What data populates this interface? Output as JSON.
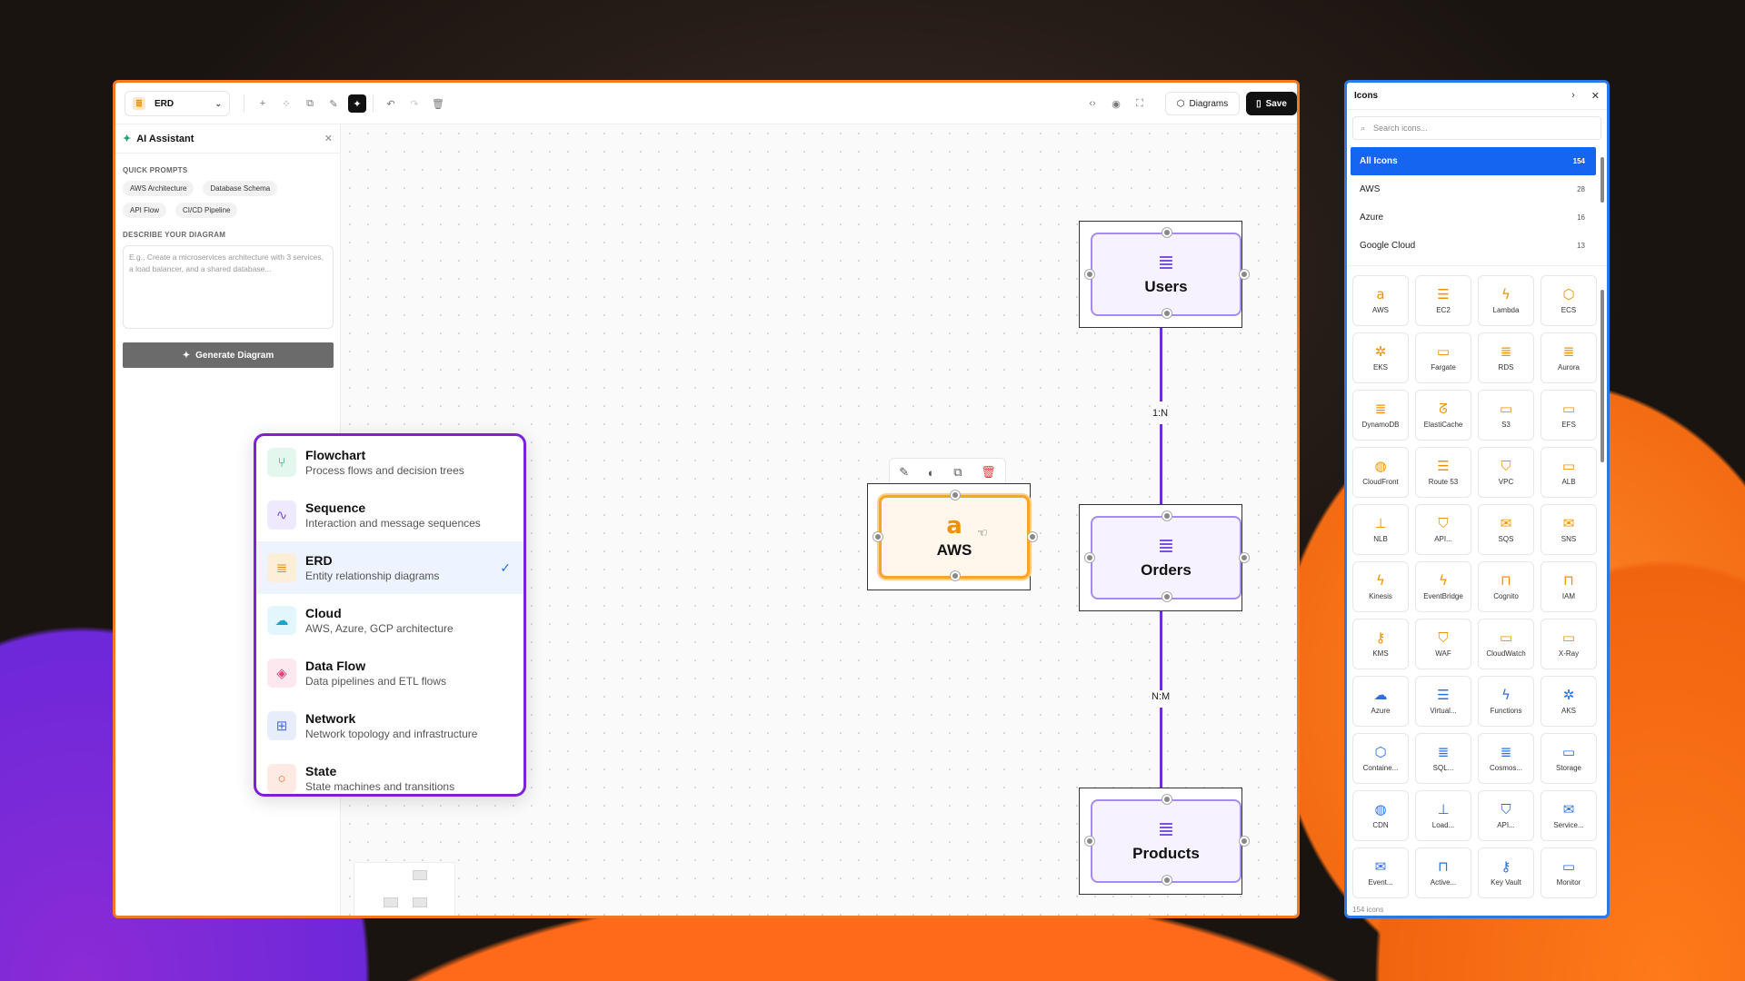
{
  "editor": {
    "diagram_type_selector": "ERD",
    "toolbar": {
      "diagrams_label": "Diagrams",
      "save_label": "Save"
    }
  },
  "ai_assistant": {
    "title": "AI Assistant",
    "quick_prompts_label": "QUICK PROMPTS",
    "quick_prompts": [
      "AWS Architecture",
      "Database Schema",
      "API Flow",
      "CI/CD Pipeline"
    ],
    "describe_label": "DESCRIBE YOUR DIAGRAM",
    "describe_placeholder": "E.g., Create a microservices architecture with 3 services, a load balancer, and a shared database...",
    "generate_label": "Generate Diagram"
  },
  "diagram_types": [
    {
      "title": "Flowchart",
      "desc": "Process flows and decision trees",
      "icon": "branch-icon",
      "color": "#1aa36f"
    },
    {
      "title": "Sequence",
      "desc": "Interaction and message sequences",
      "icon": "pulse-icon",
      "color": "#7b4fe0"
    },
    {
      "title": "ERD",
      "desc": "Entity relationship diagrams",
      "icon": "database-icon",
      "color": "#e08a1a",
      "selected": true
    },
    {
      "title": "Cloud",
      "desc": "AWS, Azure, GCP architecture",
      "icon": "cloud-icon",
      "color": "#18a3c9"
    },
    {
      "title": "Data Flow",
      "desc": "Data pipelines and ETL flows",
      "icon": "layers-icon",
      "color": "#e0457b"
    },
    {
      "title": "Network",
      "desc": "Network topology and infrastructure",
      "icon": "grid-icon",
      "color": "#4a6fe0"
    },
    {
      "title": "State",
      "desc": "State machines and transitions",
      "icon": "circle-icon",
      "color": "#f0642a"
    }
  ],
  "canvas": {
    "entities": [
      "Users",
      "Orders",
      "Products"
    ],
    "relations": [
      "1:N",
      "N:M"
    ],
    "selected_node": {
      "label": "AWS",
      "logo": "a"
    }
  },
  "icons_panel": {
    "title": "Icons",
    "search_placeholder": "Search icons...",
    "categories": [
      {
        "name": "All Icons",
        "count": "154"
      },
      {
        "name": "AWS",
        "count": "28"
      },
      {
        "name": "Azure",
        "count": "16"
      },
      {
        "name": "Google Cloud",
        "count": "13"
      }
    ],
    "tiles": [
      {
        "label": "AWS",
        "glyph": "a",
        "color": "#f29100"
      },
      {
        "label": "EC2",
        "glyph": "☰",
        "color": "#f29100"
      },
      {
        "label": "Lambda",
        "glyph": "ϟ",
        "color": "#f29100"
      },
      {
        "label": "ECS",
        "glyph": "⬡",
        "color": "#f29100"
      },
      {
        "label": "EKS",
        "glyph": "✲",
        "color": "#f29100"
      },
      {
        "label": "Fargate",
        "glyph": "▭",
        "color": "#f29100"
      },
      {
        "label": "RDS",
        "glyph": "≣",
        "color": "#f29100"
      },
      {
        "label": "Aurora",
        "glyph": "≣",
        "color": "#f29100"
      },
      {
        "label": "DynamoDB",
        "glyph": "≣",
        "color": "#f29100"
      },
      {
        "label": "ElastiCache",
        "glyph": "ᘔ",
        "color": "#f29100"
      },
      {
        "label": "S3",
        "glyph": "▭",
        "color": "#f29100"
      },
      {
        "label": "EFS",
        "glyph": "▭",
        "color": "#f29100"
      },
      {
        "label": "CloudFront",
        "glyph": "◍",
        "color": "#f29100"
      },
      {
        "label": "Route 53",
        "glyph": "☰",
        "color": "#f29100"
      },
      {
        "label": "VPC",
        "glyph": "⛉",
        "color": "#f29100"
      },
      {
        "label": "ALB",
        "glyph": "▭",
        "color": "#f29100"
      },
      {
        "label": "NLB",
        "glyph": "⊥",
        "color": "#f29100"
      },
      {
        "label": "API...",
        "glyph": "⛉",
        "color": "#f29100"
      },
      {
        "label": "SQS",
        "glyph": "✉",
        "color": "#f29100"
      },
      {
        "label": "SNS",
        "glyph": "✉",
        "color": "#f29100"
      },
      {
        "label": "Kinesis",
        "glyph": "ϟ",
        "color": "#f29100"
      },
      {
        "label": "EventBridge",
        "glyph": "ϟ",
        "color": "#f29100"
      },
      {
        "label": "Cognito",
        "glyph": "⊓",
        "color": "#f29100"
      },
      {
        "label": "IAM",
        "glyph": "⊓",
        "color": "#f29100"
      },
      {
        "label": "KMS",
        "glyph": "⚷",
        "color": "#f29100"
      },
      {
        "label": "WAF",
        "glyph": "⛉",
        "color": "#f29100"
      },
      {
        "label": "CloudWatch",
        "glyph": "▭",
        "color": "#f29100"
      },
      {
        "label": "X-Ray",
        "glyph": "▭",
        "color": "#f29100"
      },
      {
        "label": "Azure",
        "glyph": "☁",
        "color": "#2b6ee0"
      },
      {
        "label": "Virtual...",
        "glyph": "☰",
        "color": "#2b6ee0"
      },
      {
        "label": "Functions",
        "glyph": "ϟ",
        "color": "#2b6ee0"
      },
      {
        "label": "AKS",
        "glyph": "✲",
        "color": "#2b6ee0"
      },
      {
        "label": "Containe...",
        "glyph": "⬡",
        "color": "#2b6ee0"
      },
      {
        "label": "SQL...",
        "glyph": "≣",
        "color": "#2b6ee0"
      },
      {
        "label": "Cosmos...",
        "glyph": "≣",
        "color": "#2b6ee0"
      },
      {
        "label": "Storage",
        "glyph": "▭",
        "color": "#2b6ee0"
      },
      {
        "label": "CDN",
        "glyph": "◍",
        "color": "#2b6ee0"
      },
      {
        "label": "Load...",
        "glyph": "⊥",
        "color": "#2b6ee0"
      },
      {
        "label": "API...",
        "glyph": "⛉",
        "color": "#2b6ee0"
      },
      {
        "label": "Service...",
        "glyph": "✉",
        "color": "#2b6ee0"
      },
      {
        "label": "Event...",
        "glyph": "✉",
        "color": "#2b6ee0"
      },
      {
        "label": "Active...",
        "glyph": "⊓",
        "color": "#2b6ee0"
      },
      {
        "label": "Key Vault",
        "glyph": "⚷",
        "color": "#2b6ee0"
      },
      {
        "label": "Monitor",
        "glyph": "▭",
        "color": "#2b6ee0"
      }
    ],
    "footer_count": "154 icons"
  }
}
